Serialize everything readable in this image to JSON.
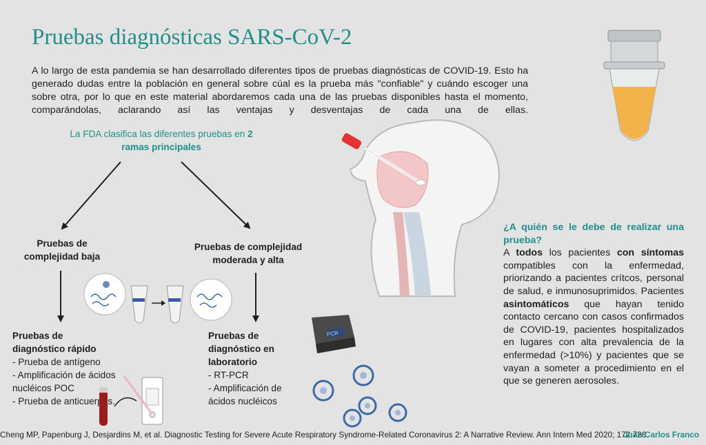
{
  "title": "Pruebas diagnósticas SARS-CoV-2",
  "intro": "A lo largo de esta pandemia se han desarrollado diferentes tipos de pruebas diagnósticas de COVID-19. Esto ha generado dudas entre la población en general sobre cúal es la prueba más \"confiable\" y cuándo escoger una sobre otra, por lo que en este material abordaremos cada una de las pruebas disponibles hasta el momento, comparándolas, aclarando así las ventajas y desventajas de cada una de ellas.",
  "fda": {
    "pre": "La FDA clasifica las diferentes pruebas en ",
    "bold": "2 ramas principales"
  },
  "low": {
    "title": "Pruebas de complejidad baja",
    "sub_title": "Pruebas de diagnóstico rápido",
    "items": [
      "- Prueba de antígeno",
      "- Amplificación de ácidos nucléicos POC",
      "- Prueba de anticuerpos."
    ]
  },
  "high": {
    "title": "Pruebas de complejidad moderada y alta",
    "sub_title": "Pruebas de diagnóstico en laboratorio",
    "items": [
      "- RT-PCR",
      "- Amplificación de ácidos nucléicos"
    ]
  },
  "who": {
    "question": "¿A quién se le debe de realizar una prueba?",
    "t1": "A ",
    "b1": "todos",
    "t2": " los pacientes ",
    "b2": "con síntomas",
    "t3": " compatibles con la enfermedad, priorizando a pacientes crítcos, personal de salud, e inmunosuprimidos. Pacientes ",
    "b3": "asintomáticos",
    "t4": " que hayan tenido contacto cercano con casos confirmados de COVID-19, pacientes hospitalizados en lugares con alta prevalencia de la enfermedad (>10%) y pacientes que se vayan a someter a procedimiento en el que se generen aerosoles."
  },
  "pcr_label": "PCR",
  "reference": "Cheng MP, Papenburg J, Desjardins M, et al. Diagnostic Testing for Severe Acute Respiratory Syndrome-Related Coronavirus 2: A Narrative Review. Ann Intern Med 2020; 172:726.",
  "author": "Juan Carlos Franco",
  "colors": {
    "accent": "#1f8f8a",
    "background": "#e3e3e3",
    "tube_liquid": "#f2b34a"
  }
}
